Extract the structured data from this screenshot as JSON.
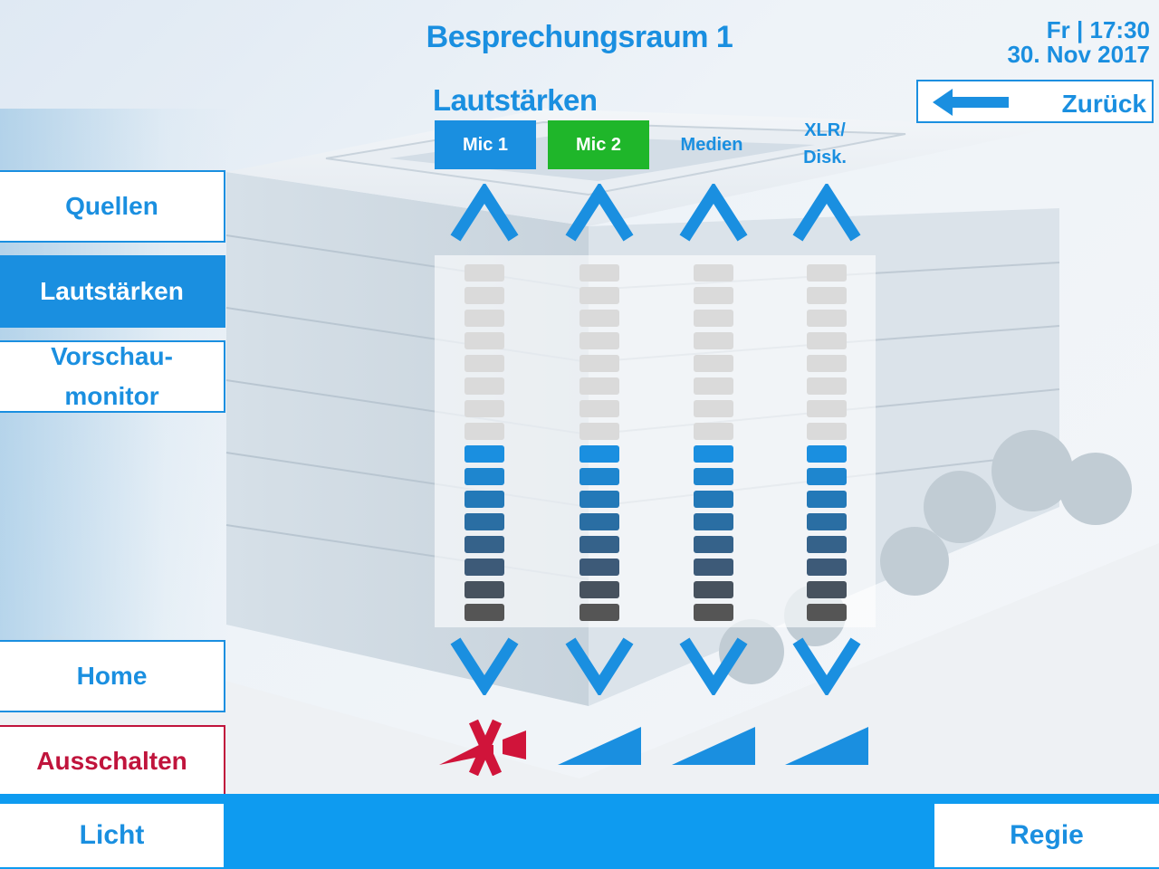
{
  "header": {
    "title": "Besprechungsraum 1",
    "day_time": "Fr | 17:30",
    "date": "30. Nov 2017"
  },
  "back_button": {
    "label": "Zurück",
    "icon": "arrow-left-icon"
  },
  "section": {
    "title": "Lautstärken"
  },
  "channels": [
    {
      "label": "Mic 1",
      "state": "selected",
      "level_segments_lit": 8,
      "total_segments": 16,
      "muted": true
    },
    {
      "label": "Mic 2",
      "state": "active-green",
      "level_segments_lit": 8,
      "total_segments": 16,
      "muted": false
    },
    {
      "label": "Medien",
      "state": "normal",
      "level_segments_lit": 8,
      "total_segments": 16,
      "muted": false
    },
    {
      "label_line1": "XLR/",
      "label_line2": "Disk.",
      "state": "normal",
      "level_segments_lit": 8,
      "total_segments": 16,
      "muted": false
    }
  ],
  "sidebar": {
    "items": [
      {
        "label": "Quellen",
        "active": false
      },
      {
        "label": "Lautstärken",
        "active": true
      },
      {
        "label_line1": "Vorschau-",
        "label_line2": "monitor",
        "active": false
      }
    ],
    "home": {
      "label": "Home"
    },
    "power": {
      "label": "Ausschalten"
    }
  },
  "bottom": {
    "left": {
      "label": "Licht"
    },
    "right": {
      "label": "Regie"
    }
  },
  "colors": {
    "accent": "#1a8fe0",
    "bar": "#0e9bf0",
    "green": "#1fb62a",
    "danger": "#c0143c",
    "mute_red": "#d0143a"
  },
  "icons": {
    "up": "chevron-up-icon",
    "down": "chevron-down-icon",
    "mute": "speaker-muted-icon",
    "volume": "volume-ramp-icon"
  }
}
